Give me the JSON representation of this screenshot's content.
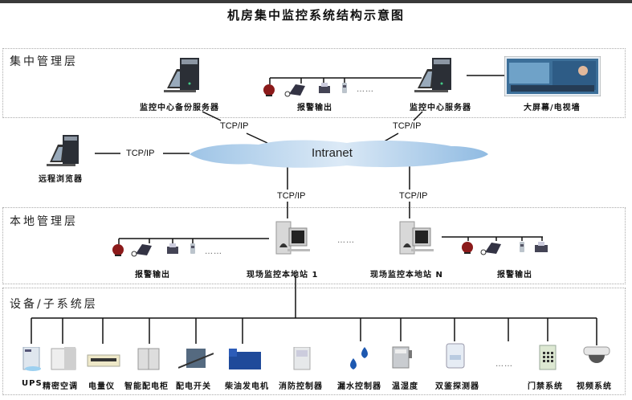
{
  "title": "机房集中监控系统结构示意图",
  "layers": {
    "central": {
      "label": "集中管理层",
      "backup_server": "监控中心备份服务器",
      "alarm_output": "报警输出",
      "main_server": "监控中心服务器",
      "video_wall": "大屏幕/电视墙",
      "ellipsis": "……"
    },
    "network": {
      "cloud": "Intranet",
      "remote_browser": "远程浏览器",
      "protocol": "TCP/IP"
    },
    "local": {
      "label": "本地管理层",
      "station_1": "现场监控本地站 1",
      "station_n": "现场监控本地站 N",
      "alarm_output": "报警输出",
      "ellipsis": "……"
    },
    "device": {
      "label": "设备/子系统层",
      "items": [
        "UPS",
        "精密空调",
        "电量仪",
        "智能配电柜",
        "配电开关",
        "柴油发电机",
        "消防控制器",
        "漏水控制器",
        "温湿度",
        "双鉴探测器",
        "门禁系统",
        "视频系统"
      ],
      "ellipsis": "……"
    }
  },
  "colors": {
    "cloud": "#a9cbe8",
    "siren": "#8b1a1a",
    "line": "#111111"
  }
}
